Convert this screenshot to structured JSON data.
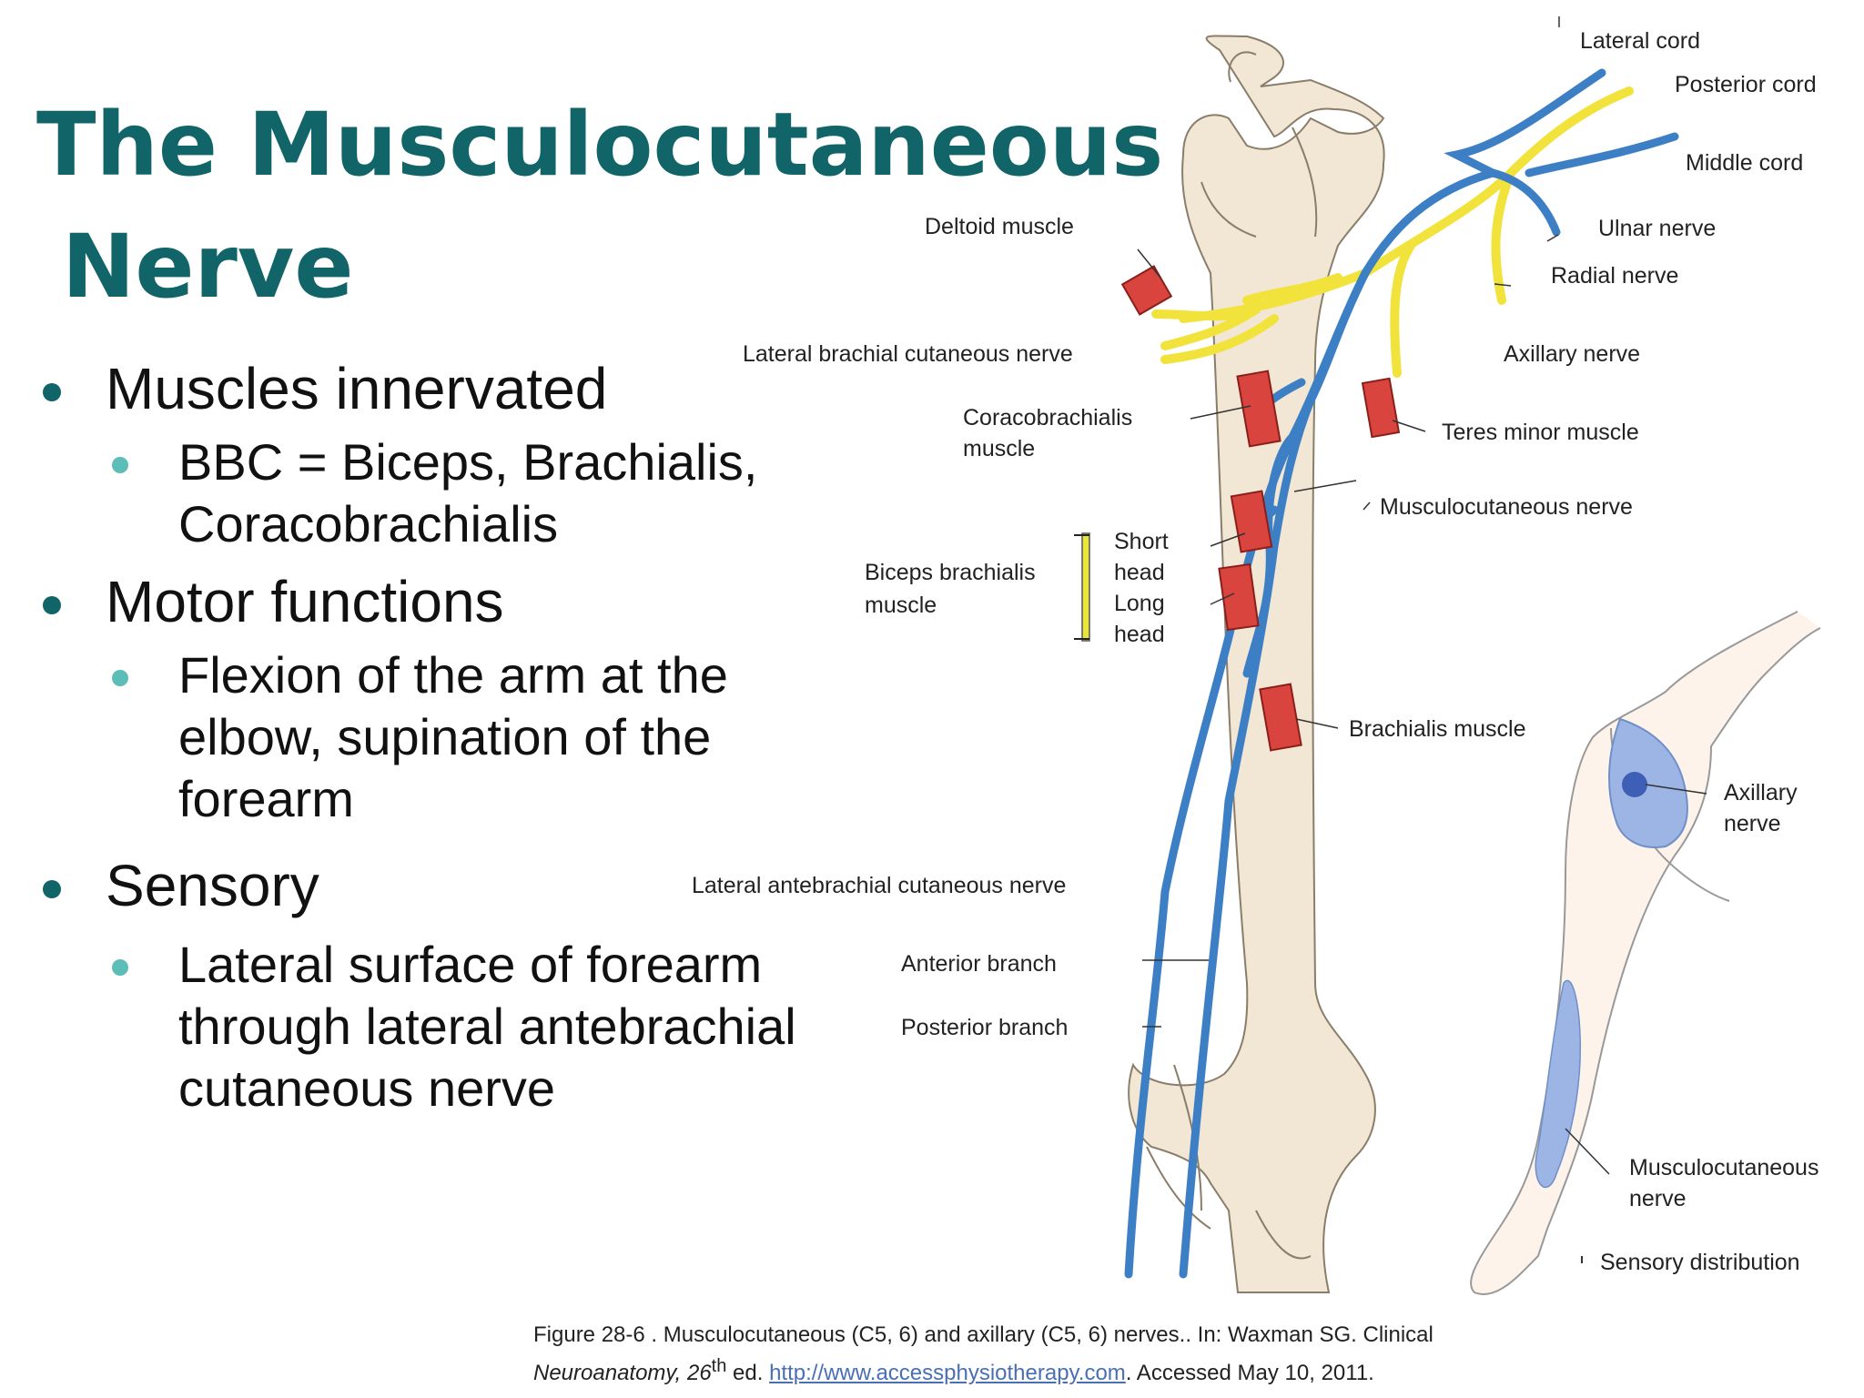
{
  "slide": {
    "title_line1": "The Musculocutaneous",
    "title_line2": "Nerve",
    "bullets": [
      {
        "text": "Muscles innervated",
        "sub": [
          "BBC = Biceps, Brachialis,",
          "Coracobrachialis"
        ]
      },
      {
        "text": "Motor functions",
        "sub": [
          "Flexion of the arm at the",
          "elbow, supination of the",
          "forearm"
        ]
      },
      {
        "text": "Sensory",
        "sub": [
          "Lateral surface of forearm",
          "through lateral antebrachial",
          "cutaneous nerve"
        ]
      }
    ]
  },
  "figure": {
    "labels": {
      "lateral_cord": "Lateral cord",
      "posterior_cord": "Posterior cord",
      "middle_cord": "Middle cord",
      "ulnar_nerve": "Ulnar nerve",
      "radial_nerve": "Radial nerve",
      "deltoid_muscle": "Deltoid  muscle",
      "axillary_nerve": "Axillary nerve",
      "lateral_brachial_cutaneous_nerve": "Lateral brachial cutaneous nerve",
      "coracobrachialis_muscle_1": "Coracobrachialis",
      "coracobrachialis_muscle_2": "muscle",
      "teres_minor_muscle": "Teres  minor muscle",
      "musculocutaneous_nerve": "Musculocutaneous   nerve",
      "biceps_brachialis_1": "Biceps brachialis",
      "biceps_brachialis_2": "muscle",
      "short_head_1": "Short",
      "short_head_2": "head",
      "long_head_1": "Long",
      "long_head_2": "head",
      "brachialis_muscle": "Brachialis muscle",
      "lateral_antebrachial_cutaneous_nerve": "Lateral antebrachial  cutaneous nerve",
      "anterior_branch": "Anterior branch",
      "posterior_branch": "Posterior branch",
      "inset_axillary_1": "Axillary",
      "inset_axillary_2": "nerve",
      "inset_musculo_1": "Musculocutaneous",
      "inset_musculo_2": "nerve",
      "sensory_distribution": "Sensory distribution"
    },
    "colors": {
      "nerve_blue": "#3d7fc4",
      "cord_yellow": "#f2e33c",
      "muscle_red": "#d9443f",
      "bone": "#f2e6d4",
      "sensory_area": "#9db5e4"
    }
  },
  "caption": {
    "pre": "Figure 28-6 . Musculocutaneous (C5, 6) and axillary  (C5, 6) nerves.. In: Waxman SG. Clinical",
    "line2_a": "Neuroanatomy,  26",
    "line2_sup": "th",
    "line2_b": " ed. ",
    "link": "http://www.accessphysiotherapy.com",
    "line2_c": ". Accessed May 10, 2011."
  }
}
